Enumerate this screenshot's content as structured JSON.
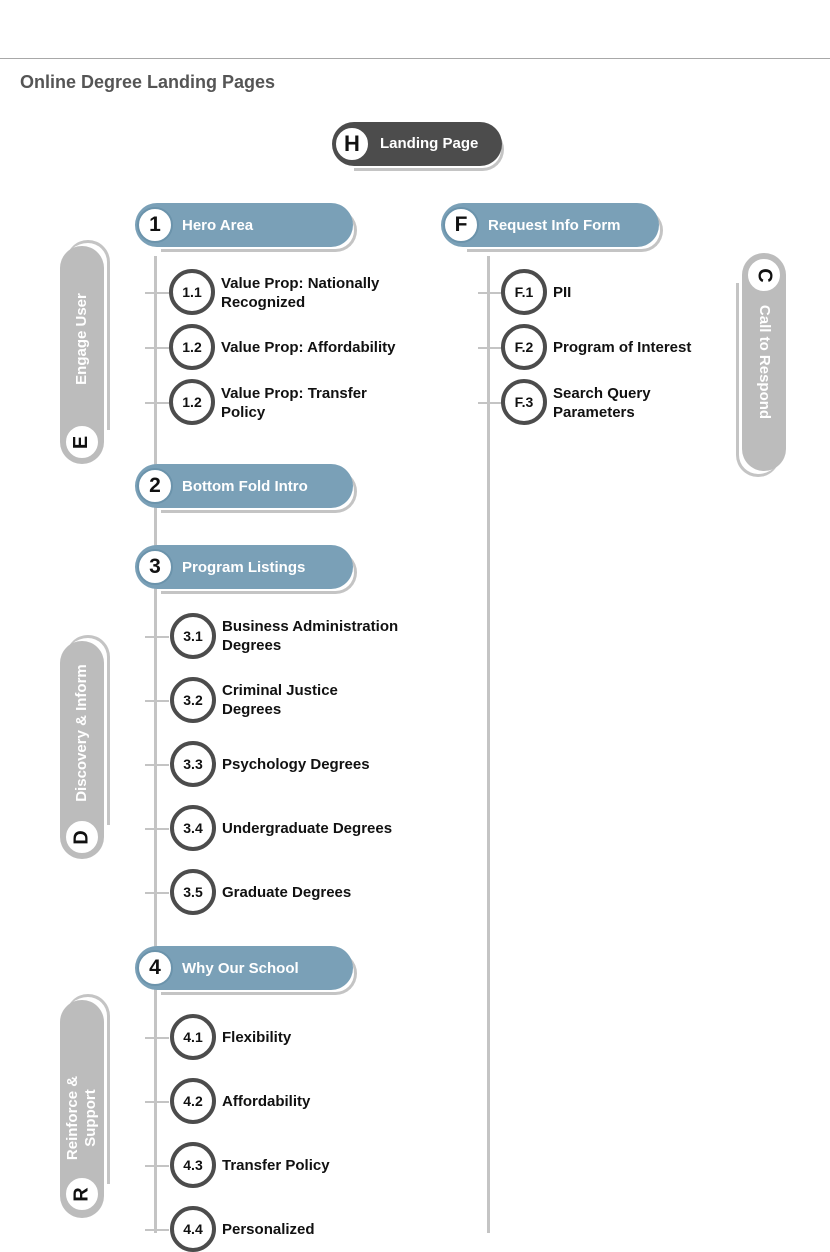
{
  "page_title": "Online Degree Landing Pages",
  "landing": {
    "badge": "H",
    "label": "Landing Page"
  },
  "sections": [
    {
      "badge": "1",
      "label": "Hero Area"
    },
    {
      "badge": "2",
      "label": "Bottom Fold Intro"
    },
    {
      "badge": "3",
      "label": "Program Listings"
    },
    {
      "badge": "4",
      "label": "Why Our School"
    },
    {
      "badge": "F",
      "label": "Request Info Form"
    }
  ],
  "hero_items": [
    {
      "num": "1.1",
      "label": "Value Prop: Nationally Recognized"
    },
    {
      "num": "1.2",
      "label": "Value Prop: Affordability"
    },
    {
      "num": "1.2",
      "label": "Value Prop: Transfer Policy"
    }
  ],
  "program_items": [
    {
      "num": "3.1",
      "label": "Business Administration Degrees"
    },
    {
      "num": "3.2",
      "label": "Criminal Justice Degrees"
    },
    {
      "num": "3.3",
      "label": "Psychology Degrees"
    },
    {
      "num": "3.4",
      "label": "Undergraduate Degrees"
    },
    {
      "num": "3.5",
      "label": "Graduate Degrees"
    }
  ],
  "why_items": [
    {
      "num": "4.1",
      "label": "Flexibility"
    },
    {
      "num": "4.2",
      "label": "Affordability"
    },
    {
      "num": "4.3",
      "label": "Transfer Policy"
    },
    {
      "num": "4.4",
      "label": "Personalized"
    }
  ],
  "form_items": [
    {
      "num": "F.1",
      "label": "PII"
    },
    {
      "num": "F.2",
      "label": "Program of Interest"
    },
    {
      "num": "F.3",
      "label": "Search Query Parameters"
    }
  ],
  "phases": [
    {
      "badge": "E",
      "label": "Engage User"
    },
    {
      "badge": "D",
      "label": "Discovery & Inform"
    },
    {
      "badge": "R",
      "label": "Reinforce &\nSupport"
    },
    {
      "badge": "C",
      "label": "Call to Respond"
    }
  ],
  "colors": {
    "section_blue": "#7aa0b7",
    "dark": "#4c4c4c",
    "phase_gray": "#bcbcbc",
    "line_gray": "#c4c4c4"
  }
}
